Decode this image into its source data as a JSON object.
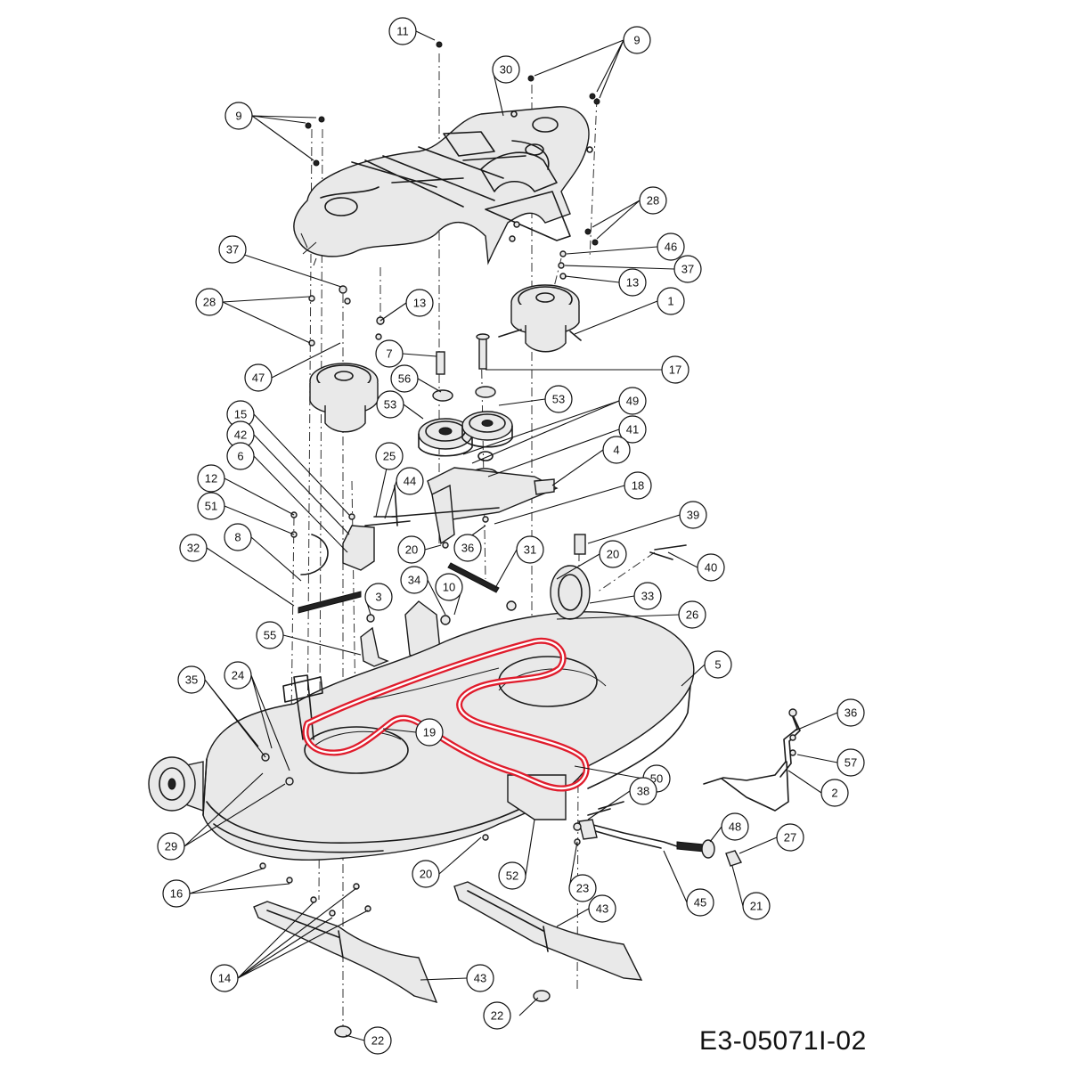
{
  "drawing_code": "E3-05071I-02",
  "callouts": [
    {
      "label": "11"
    },
    {
      "label": "9"
    },
    {
      "label": "30"
    },
    {
      "label": "9"
    },
    {
      "label": "28"
    },
    {
      "label": "46"
    },
    {
      "label": "37"
    },
    {
      "label": "13"
    },
    {
      "label": "1"
    },
    {
      "label": "37"
    },
    {
      "label": "28"
    },
    {
      "label": "13"
    },
    {
      "label": "7"
    },
    {
      "label": "17"
    },
    {
      "label": "47"
    },
    {
      "label": "56"
    },
    {
      "label": "53"
    },
    {
      "label": "53"
    },
    {
      "label": "49"
    },
    {
      "label": "41"
    },
    {
      "label": "15"
    },
    {
      "label": "42"
    },
    {
      "label": "6"
    },
    {
      "label": "25"
    },
    {
      "label": "4"
    },
    {
      "label": "44"
    },
    {
      "label": "12"
    },
    {
      "label": "18"
    },
    {
      "label": "51"
    },
    {
      "label": "39"
    },
    {
      "label": "8"
    },
    {
      "label": "32"
    },
    {
      "label": "20"
    },
    {
      "label": "36"
    },
    {
      "label": "31"
    },
    {
      "label": "20"
    },
    {
      "label": "40"
    },
    {
      "label": "34"
    },
    {
      "label": "10"
    },
    {
      "label": "3"
    },
    {
      "label": "33"
    },
    {
      "label": "26"
    },
    {
      "label": "55"
    },
    {
      "label": "5"
    },
    {
      "label": "35"
    },
    {
      "label": "24"
    },
    {
      "label": "19"
    },
    {
      "label": "36"
    },
    {
      "label": "57"
    },
    {
      "label": "50"
    },
    {
      "label": "2"
    },
    {
      "label": "38"
    },
    {
      "label": "29"
    },
    {
      "label": "48"
    },
    {
      "label": "27"
    },
    {
      "label": "20"
    },
    {
      "label": "52"
    },
    {
      "label": "23"
    },
    {
      "label": "45"
    },
    {
      "label": "21"
    },
    {
      "label": "16"
    },
    {
      "label": "43"
    },
    {
      "label": "14"
    },
    {
      "label": "43"
    },
    {
      "label": "22"
    },
    {
      "label": "22"
    }
  ]
}
